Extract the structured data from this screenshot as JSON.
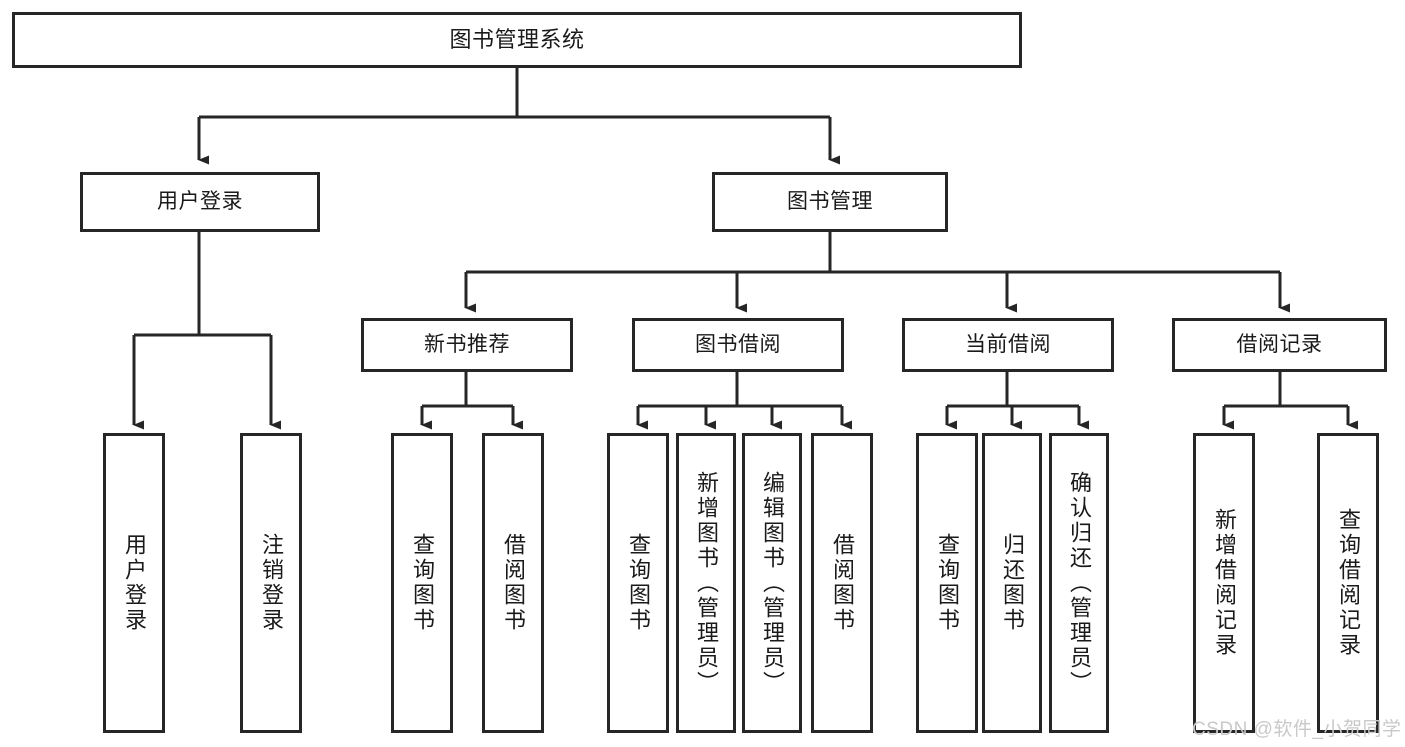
{
  "diagram": {
    "type": "tree",
    "title": "图书管理系统",
    "colors": {
      "background": "#ffffff",
      "node_border": "#262626",
      "node_fill": "#ffffff",
      "text": "#1a1a1a",
      "connector": "#262626",
      "watermark": "#c9c9c9"
    },
    "levels": [
      {
        "level": 0,
        "nodes": [
          {
            "id": "root",
            "label": "图书管理系统",
            "orientation": "horizontal"
          }
        ]
      },
      {
        "level": 1,
        "nodes": [
          {
            "id": "user-login",
            "label": "用户登录",
            "orientation": "horizontal"
          },
          {
            "id": "book-manage",
            "label": "图书管理",
            "orientation": "horizontal"
          }
        ]
      },
      {
        "level": 2,
        "nodes": [
          {
            "id": "new-book-recommend",
            "label": "新书推荐",
            "orientation": "horizontal"
          },
          {
            "id": "book-borrow",
            "label": "图书借阅",
            "orientation": "horizontal"
          },
          {
            "id": "current-borrow",
            "label": "当前借阅",
            "orientation": "horizontal"
          },
          {
            "id": "borrow-record",
            "label": "借阅记录",
            "orientation": "horizontal"
          }
        ]
      },
      {
        "level": 3,
        "nodes": [
          {
            "id": "leaf-user-login",
            "label": "用户登录",
            "orientation": "vertical",
            "parent": "user-login"
          },
          {
            "id": "leaf-logout",
            "label": "注销登录",
            "orientation": "vertical",
            "parent": "user-login"
          },
          {
            "id": "leaf-query-book-1",
            "label": "查询图书",
            "orientation": "vertical",
            "parent": "new-book-recommend"
          },
          {
            "id": "leaf-borrow-book-1",
            "label": "借阅图书",
            "orientation": "vertical",
            "parent": "new-book-recommend"
          },
          {
            "id": "leaf-query-book-2",
            "label": "查询图书",
            "orientation": "vertical",
            "parent": "book-borrow"
          },
          {
            "id": "leaf-add-book",
            "label": "新增图书（管理员）",
            "orientation": "vertical",
            "parent": "book-borrow"
          },
          {
            "id": "leaf-edit-book",
            "label": "编辑图书（管理员）",
            "orientation": "vertical",
            "parent": "book-borrow"
          },
          {
            "id": "leaf-borrow-book-2",
            "label": "借阅图书",
            "orientation": "vertical",
            "parent": "book-borrow"
          },
          {
            "id": "leaf-query-book-3",
            "label": "查询图书",
            "orientation": "vertical",
            "parent": "current-borrow"
          },
          {
            "id": "leaf-return-book",
            "label": "归还图书",
            "orientation": "vertical",
            "parent": "current-borrow"
          },
          {
            "id": "leaf-confirm-return",
            "label": "确认归还（管理员）",
            "orientation": "vertical",
            "parent": "current-borrow"
          },
          {
            "id": "leaf-add-record",
            "label": "新增借阅记录",
            "orientation": "vertical",
            "parent": "borrow-record"
          },
          {
            "id": "leaf-query-record",
            "label": "查询借阅记录",
            "orientation": "vertical",
            "parent": "borrow-record"
          }
        ]
      }
    ]
  },
  "watermark": {
    "text": "CSDN @软件_小贺同学"
  }
}
